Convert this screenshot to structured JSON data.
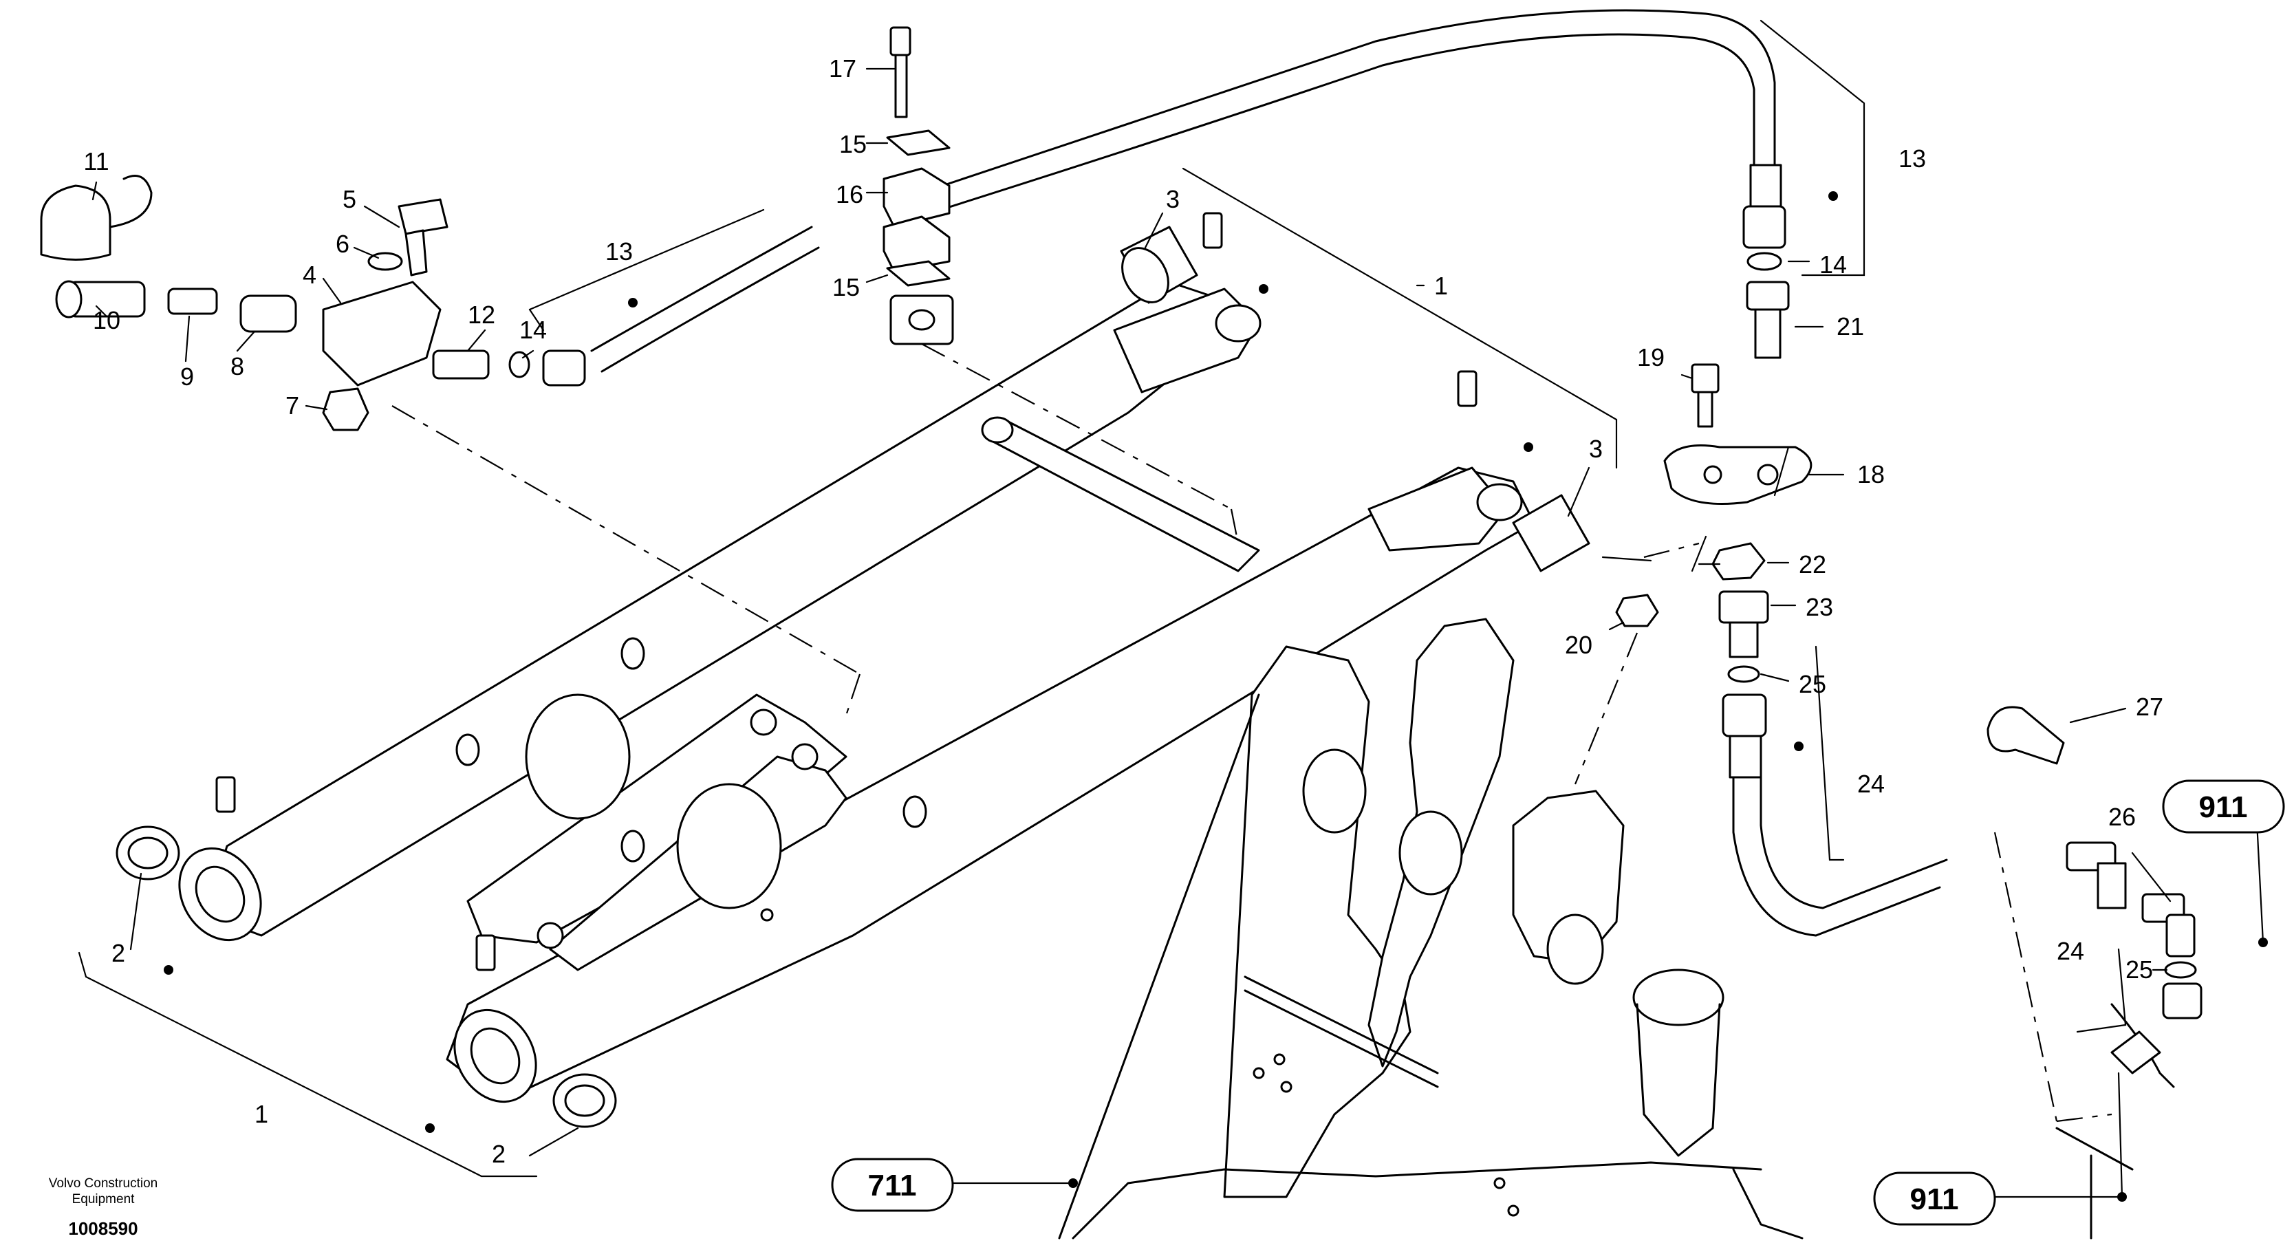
{
  "diagram": {
    "callouts": [
      {
        "id": "c17",
        "text": "17"
      },
      {
        "id": "c15a",
        "text": "15"
      },
      {
        "id": "c16",
        "text": "16"
      },
      {
        "id": "c15b",
        "text": "15"
      },
      {
        "id": "c11",
        "text": "11"
      },
      {
        "id": "c5",
        "text": "5"
      },
      {
        "id": "c6",
        "text": "6"
      },
      {
        "id": "c4",
        "text": "4"
      },
      {
        "id": "c10",
        "text": "10"
      },
      {
        "id": "c9",
        "text": "9"
      },
      {
        "id": "c8",
        "text": "8"
      },
      {
        "id": "c7",
        "text": "7"
      },
      {
        "id": "c12",
        "text": "12"
      },
      {
        "id": "c14a",
        "text": "14"
      },
      {
        "id": "c13a",
        "text": "13"
      },
      {
        "id": "c3a",
        "text": "3"
      },
      {
        "id": "c1a",
        "text": "1"
      },
      {
        "id": "c3b",
        "text": "3"
      },
      {
        "id": "c13b",
        "text": "13"
      },
      {
        "id": "c14b",
        "text": "14"
      },
      {
        "id": "c21",
        "text": "21"
      },
      {
        "id": "c19",
        "text": "19"
      },
      {
        "id": "c18",
        "text": "18"
      },
      {
        "id": "c22",
        "text": "22"
      },
      {
        "id": "c20",
        "text": "20"
      },
      {
        "id": "c23",
        "text": "23"
      },
      {
        "id": "c25a",
        "text": "25"
      },
      {
        "id": "c24a",
        "text": "24"
      },
      {
        "id": "c27",
        "text": "27"
      },
      {
        "id": "c26",
        "text": "26"
      },
      {
        "id": "c24b",
        "text": "24"
      },
      {
        "id": "c25b",
        "text": "25"
      },
      {
        "id": "c2a",
        "text": "2"
      },
      {
        "id": "c1b",
        "text": "1"
      },
      {
        "id": "c2b",
        "text": "2"
      }
    ],
    "references": [
      {
        "id": "r911a",
        "text": "911"
      },
      {
        "id": "r711",
        "text": "711"
      },
      {
        "id": "r911b",
        "text": "911"
      }
    ],
    "brand_lines": [
      "Volvo Construction",
      "Equipment"
    ],
    "document_number": "1008590"
  }
}
